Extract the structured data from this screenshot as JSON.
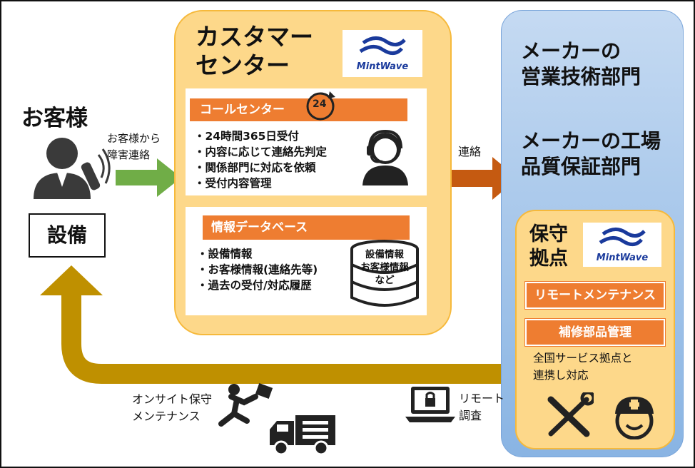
{
  "customer": {
    "title": "お客様",
    "equipment": "設備",
    "report_label_line1": "お客様から",
    "report_label_line2": "障害連絡"
  },
  "center": {
    "title_line1": "カスタマー",
    "title_line2": "センター",
    "logo_text": "MintWave",
    "call_center": {
      "header": "コールセンター",
      "badge": "24",
      "items": [
        "・24時間365日受付",
        "・内容に応じて連絡先判定",
        "・関係部門に対応を依頼",
        "・受付内容管理"
      ]
    },
    "database": {
      "header": "情報データベース",
      "items": [
        "・設備情報",
        "・お客様情報(連絡先等)",
        "・過去の受付/対応履歴"
      ],
      "cylinder_lines": [
        "設備情報",
        "お客様情報",
        "など"
      ]
    }
  },
  "contact_label": "連絡",
  "maker": {
    "sales_line1": "メーカーの",
    "sales_line2": "営業技術部門",
    "factory_line1": "メーカーの工場",
    "factory_line2": "品質保証部門"
  },
  "hoshu": {
    "title_line1": "保守",
    "title_line2": "拠点",
    "logo_text": "MintWave",
    "buttons": [
      "リモートメンテナンス",
      "補修部品管理"
    ],
    "note_line1": "全国サービス拠点と",
    "note_line2": "連携し対応"
  },
  "bottom": {
    "onsite_line1": "オンサイト保守",
    "onsite_line2": "メンテナンス",
    "remote_line1": "リモート",
    "remote_line2": "調査"
  },
  "colors": {
    "orange": "#ee7d31",
    "yellow_box": "#fdd88a",
    "green_arrow": "#70ad47",
    "gold_arrow": "#bf9000",
    "blue_box": "#9dc3e6"
  }
}
